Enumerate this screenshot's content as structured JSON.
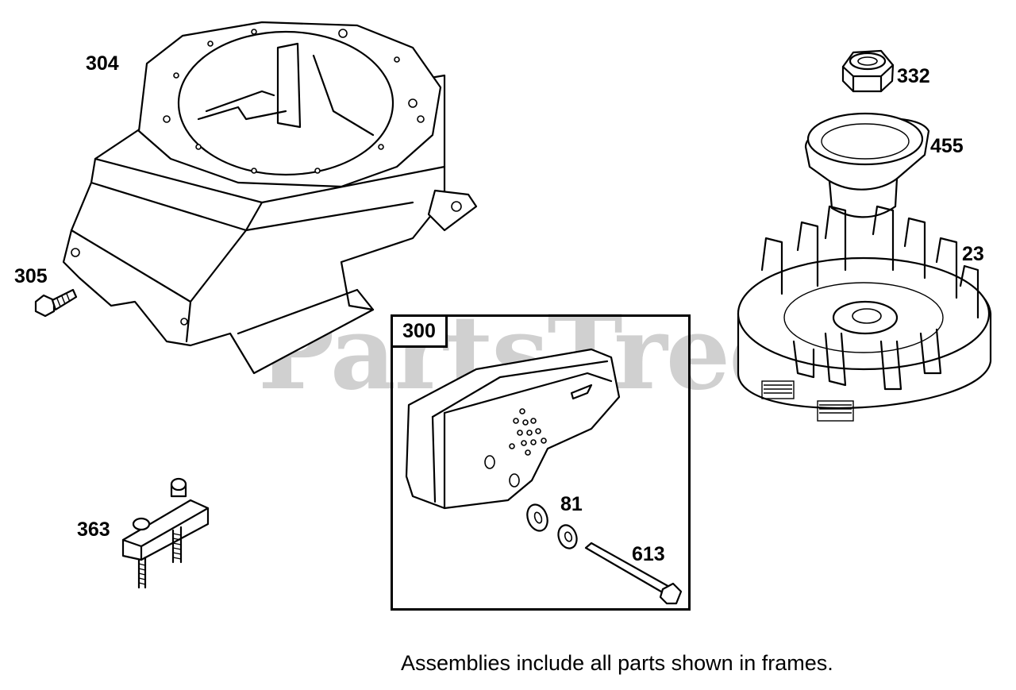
{
  "parts": {
    "p304": "304",
    "p305": "305",
    "p363": "363",
    "p332": "332",
    "p455": "455",
    "p23": "23",
    "p81": "81",
    "p613": "613"
  },
  "frame": {
    "label": "300"
  },
  "note": "Assemblies include all parts shown in frames.",
  "watermark": {
    "text": "PartsTree",
    "mark": "™"
  }
}
